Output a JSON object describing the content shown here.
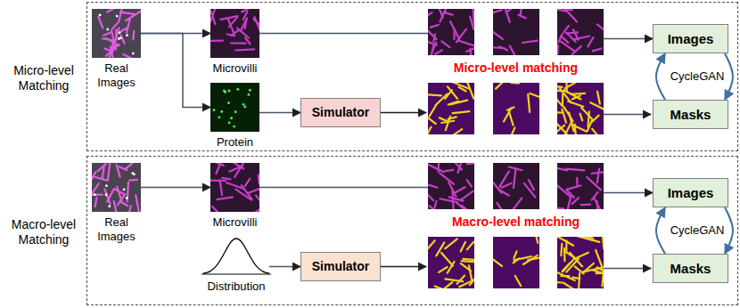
{
  "diagram": {
    "nodes": [
      {
        "text": [
          "Micro-level Matching"
        ]
      },
      {
        "text": [
          "Real Images"
        ],
        "in": 0
      },
      {
        "text": [
          "Microvilli"
        ],
        "in": 0
      },
      {
        "text": [
          "Micro-level matching"
        ],
        "in": 0
      },
      {
        "text": [
          "Images"
        ],
        "in": 0
      },
      {
        "text": [
          "Protein"
        ],
        "in": 0
      },
      {
        "text": [
          "Simulator"
        ],
        "in": 0
      },
      {
        "text": [
          "Masks"
        ],
        "in": 0
      },
      {
        "text": [
          "Macro-level Matching"
        ]
      },
      {
        "text": [
          "Real Images"
        ],
        "in": 8
      },
      {
        "text": [
          "Microvilli"
        ],
        "in": 8
      },
      {
        "text": [
          "Macro-level matching"
        ],
        "in": 8
      },
      {
        "text": [
          "Images"
        ],
        "in": 8
      },
      {
        "text": [
          "Distribution"
        ],
        "in": 8
      },
      {
        "text": [
          "Simulator"
        ],
        "in": 8
      },
      {
        "text": [
          "Masks"
        ],
        "in": 8
      }
    ],
    "edges": [
      {
        "from": 1,
        "to": 2,
        "arrow": "to"
      },
      {
        "from": 1,
        "to": 5,
        "arrow": "to"
      },
      {
        "from": 2,
        "to": 3,
        "arrow": "none"
      },
      {
        "from": 3,
        "to": 4,
        "arrow": "to"
      },
      {
        "from": 5,
        "to": 6,
        "arrow": "to"
      },
      {
        "from": 4,
        "to": 7,
        "arrow": "to"
      },
      {
        "from": 7,
        "to": 4,
        "arrow": "to"
      },
      {
        "from": 9,
        "to": 10,
        "arrow": "to"
      },
      {
        "from": 10,
        "to": 11,
        "arrow": "none"
      },
      {
        "from": 11,
        "to": 12,
        "arrow": "to"
      },
      {
        "from": 13,
        "to": 14,
        "arrow": "to"
      },
      {
        "from": 12,
        "to": 15,
        "arrow": "to"
      },
      {
        "from": 15,
        "to": 12,
        "arrow": "to"
      }
    ],
    "labels": [
      "CycleGAN",
      "CycleGAN"
    ]
  }
}
